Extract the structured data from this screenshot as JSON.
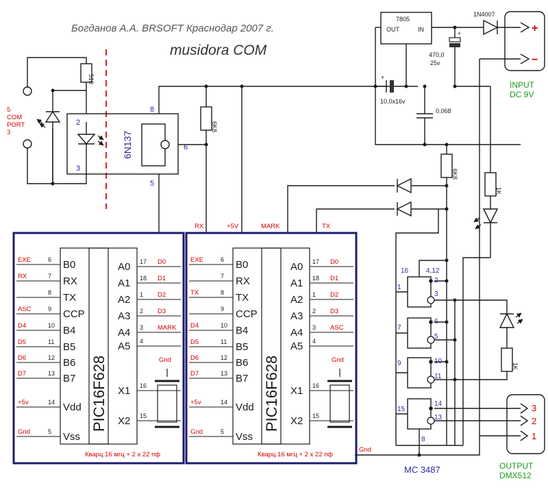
{
  "header": {
    "author": "Богданов А.А. BRSOFT Краснодар 2007 г.",
    "title": "musidora COM"
  },
  "colors": {
    "wire": "#1a1a1a",
    "label_red": "#d40000",
    "label_green": "#1a9a1a",
    "label_blue": "#2a2aa0",
    "bus": "#1c1c6e",
    "isolation": "#e02020"
  },
  "input": {
    "line1": "INPUT",
    "line2": "DC 9V",
    "plus": "+",
    "minus": "−"
  },
  "output": {
    "line1": "OUTPUT",
    "line2": "DMX512",
    "pins": [
      "3",
      "2",
      "1"
    ]
  },
  "com": {
    "line1": "5",
    "line2": "COM",
    "line3": "PORT",
    "line4": "3"
  },
  "components": {
    "regulator": "7805",
    "reg_out": "OUT",
    "reg_in": "IN",
    "diode_in": "1N4007",
    "cap_470": "470,0",
    "cap_470_v": "25v",
    "cap_10": "10,0x16v",
    "cap_068": "0,068",
    "r510": "510",
    "r6k8a": "6K8",
    "r6k8b": "6K8",
    "r1ka": "1K",
    "r1kb": "1K",
    "opto": "6N137",
    "opto_pins": [
      "2",
      "3",
      "8",
      "6",
      "5"
    ],
    "driver": "MC 3487",
    "driver_pins": [
      "16",
      "4,12",
      "1",
      "2",
      "3",
      "7",
      "6",
      "5",
      "9",
      "10",
      "11",
      "15",
      "14",
      "13",
      "8"
    ]
  },
  "nets": {
    "rx": "RX",
    "v5": "+5V",
    "mark": "MARK",
    "tx": "TX",
    "gnd": "Gnd"
  },
  "chips": [
    {
      "name": "PIC16F628",
      "left_pins": [
        {
          "net": "EXE",
          "num": "6",
          "label": "B0"
        },
        {
          "net": "RX",
          "num": "7",
          "label": "RX"
        },
        {
          "net": "",
          "num": "8",
          "label": "TX"
        },
        {
          "net": "ASC",
          "num": "9",
          "label": "CCP"
        },
        {
          "net": "D4",
          "num": "10",
          "label": "B4"
        },
        {
          "net": "D5",
          "num": "11",
          "label": "B5"
        },
        {
          "net": "D6",
          "num": "12",
          "label": "B6"
        },
        {
          "net": "D7",
          "num": "13",
          "label": "B7"
        },
        {
          "net": "+5v",
          "num": "14",
          "label": "Vdd"
        },
        {
          "net": "Gnd",
          "num": "5",
          "label": "Vss"
        }
      ],
      "right_pins": [
        {
          "label": "A0",
          "num": "17",
          "net": "D0"
        },
        {
          "label": "A1",
          "num": "18",
          "net": "D1"
        },
        {
          "label": "A2",
          "num": "1",
          "net": "D2"
        },
        {
          "label": "A3",
          "num": "2",
          "net": "D3"
        },
        {
          "label": "A4",
          "num": "3",
          "net": "MARK"
        },
        {
          "label": "A5",
          "num": "4",
          "net": ""
        },
        {
          "label": "X1",
          "num": "16",
          "net": ""
        },
        {
          "label": "X2",
          "num": "15",
          "net": ""
        }
      ],
      "gnd": "Gnd",
      "crystal_note": "Кварц 16 мгц  + 2 х 22 пф"
    },
    {
      "name": "PIC16F628",
      "left_pins": [
        {
          "net": "EXE",
          "num": "6",
          "label": "B0"
        },
        {
          "net": "",
          "num": "7",
          "label": "RX"
        },
        {
          "net": "TX",
          "num": "8",
          "label": "TX"
        },
        {
          "net": "",
          "num": "9",
          "label": "CCP"
        },
        {
          "net": "D4",
          "num": "10",
          "label": "B4"
        },
        {
          "net": "D5",
          "num": "11",
          "label": "B5"
        },
        {
          "net": "D6",
          "num": "12",
          "label": "B6"
        },
        {
          "net": "D7",
          "num": "13",
          "label": "B7"
        },
        {
          "net": "+5v",
          "num": "14",
          "label": "Vdd"
        },
        {
          "net": "Gnd",
          "num": "5",
          "label": "Vss"
        }
      ],
      "right_pins": [
        {
          "label": "A0",
          "num": "17",
          "net": "D0"
        },
        {
          "label": "A1",
          "num": "18",
          "net": "D1"
        },
        {
          "label": "A2",
          "num": "1",
          "net": "D2"
        },
        {
          "label": "A3",
          "num": "2",
          "net": "D3"
        },
        {
          "label": "A4",
          "num": "3",
          "net": "ASC"
        },
        {
          "label": "A5",
          "num": "4",
          "net": ""
        },
        {
          "label": "X1",
          "num": "16",
          "net": ""
        },
        {
          "label": "X2",
          "num": "15",
          "net": ""
        }
      ],
      "gnd": "Gnd",
      "crystal_note": "Кварц 16 мгц  + 2 х 22 пф"
    }
  ]
}
